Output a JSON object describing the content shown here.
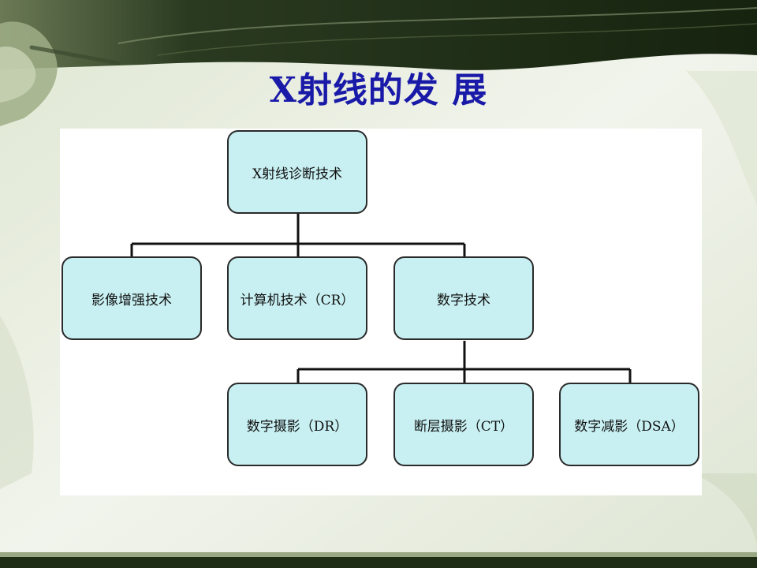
{
  "slide": {
    "title": "X射线的发 展"
  },
  "diagram": {
    "root": "X射线诊断技术",
    "level1": [
      "影像增强技术",
      "计算机技术（CR）",
      "数字技术"
    ],
    "level2": [
      "数字摄影（DR）",
      "断层摄影（CT）",
      "数字减影（DSA）"
    ]
  },
  "colors": {
    "title": "#1a1aa8",
    "node_fill": "#c8f0f2",
    "node_border": "#2a2a2a",
    "header_band": "#1f2d17"
  }
}
